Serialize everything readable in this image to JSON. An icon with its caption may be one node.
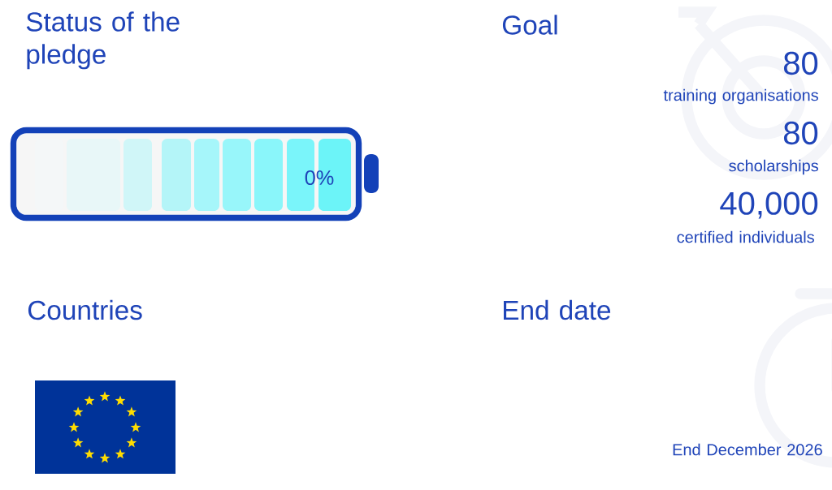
{
  "diagram": {
    "nodes": [
      {
        "text": [
          "0%"
        ]
      }
    ],
    "labels": [
      "Status of the pledge",
      "Goal",
      "80",
      "training organisations",
      "80",
      "scholarships",
      "40,000",
      "certified individuals",
      "Countries",
      "End date",
      "End December 2026"
    ]
  }
}
